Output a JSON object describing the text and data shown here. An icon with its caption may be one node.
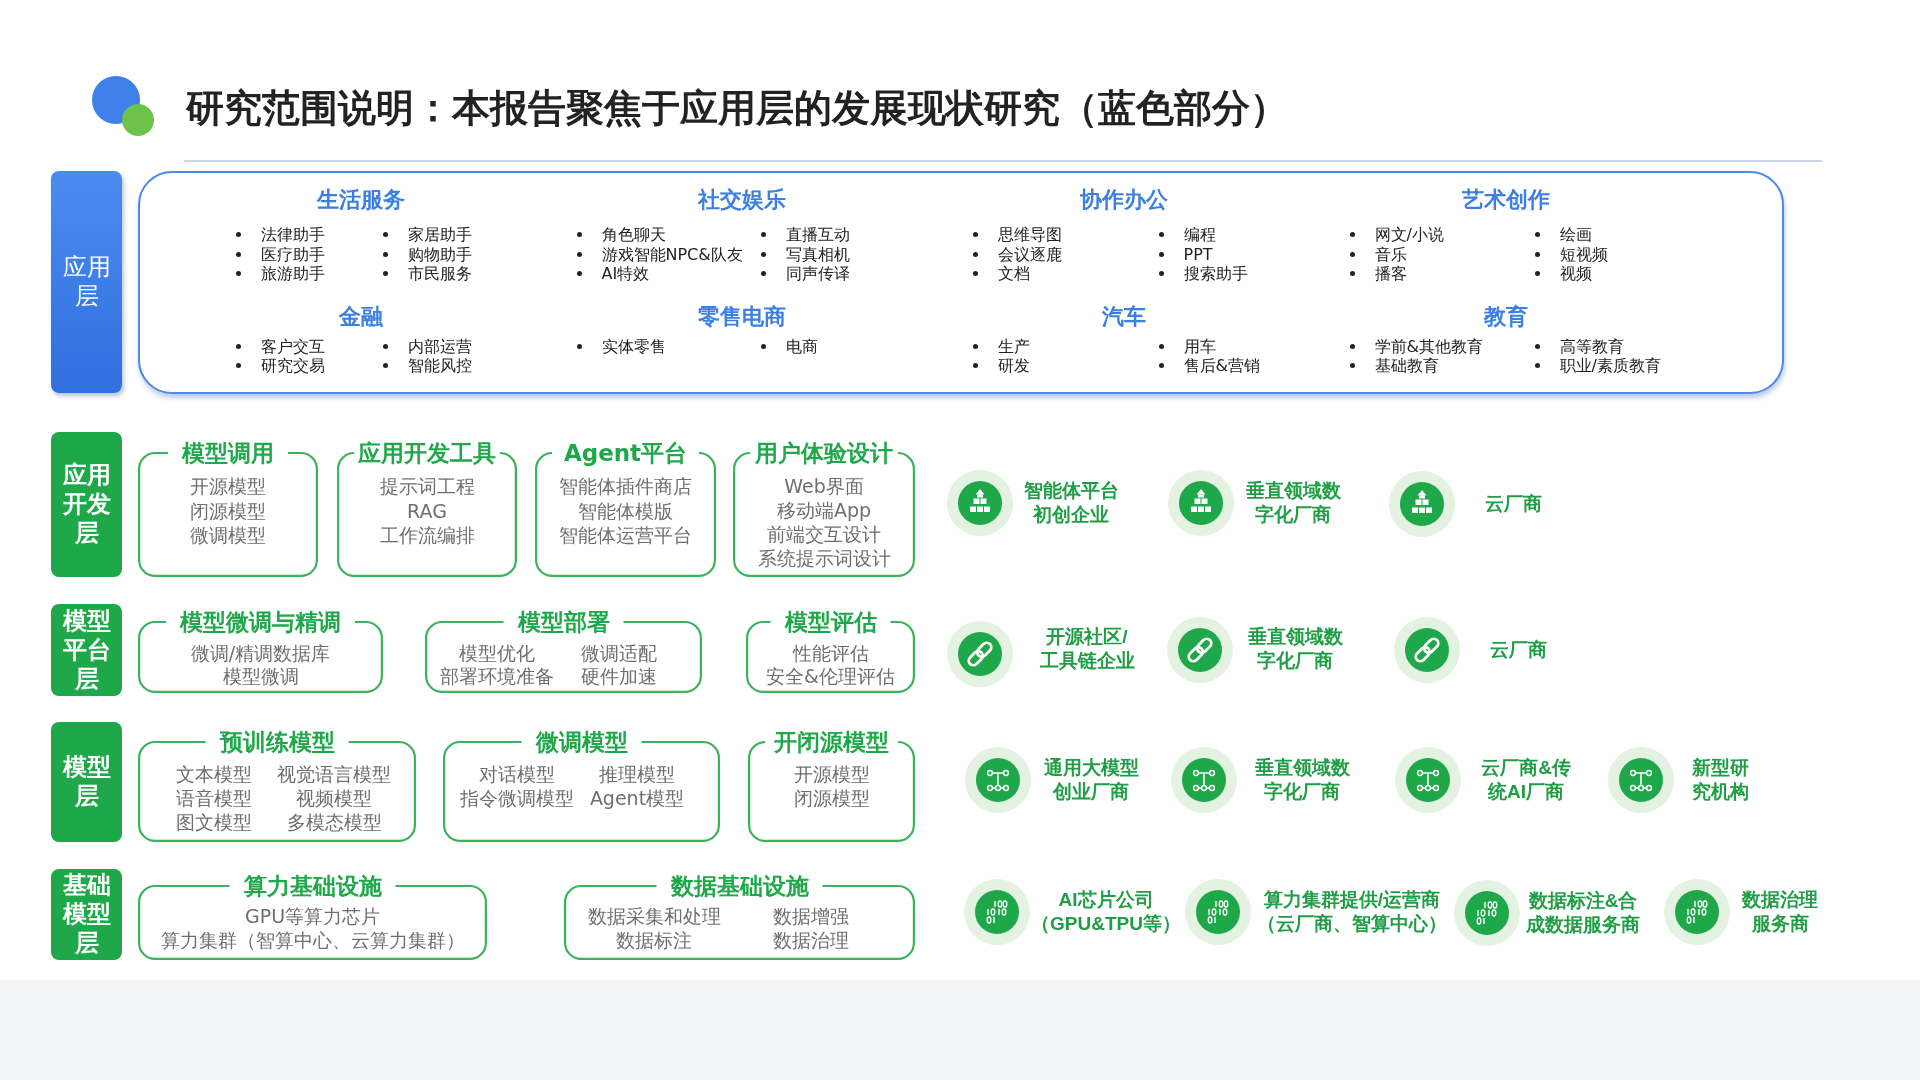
{
  "diagram": {
    "title": "研究范围说明：本报告聚焦于应用层的发展现状研究（蓝色部分）",
    "nodes": [
      {
        "text": [
          "应用层"
        ]
      },
      {
        "text": [
          "生活服务",
          "法律助手",
          "家居助手",
          "医疗助手",
          "购物助手",
          "旅游助手",
          "市民服务",
          "社交娱乐",
          "角色聊天",
          "直播互动",
          "游戏智能NPC&队友",
          "写真相机",
          "AI特效",
          "同声传译",
          "协作办公",
          "思维导图",
          "编程",
          "会议逐鹿",
          "PPT",
          "文档",
          "搜索助手",
          "艺术创作",
          "网文/小说",
          "绘画",
          "音乐",
          "短视频",
          "播客",
          "视频",
          "金融",
          "客户交互",
          "内部运营",
          "研究交易",
          "智能风控",
          "零售电商",
          "实体零售",
          "电商",
          "汽车",
          "生产",
          "用车",
          "研发",
          "售后&营销",
          "教育",
          "学前&其他教育",
          "高等教育",
          "基础教育",
          "职业/素质教育"
        ]
      },
      {
        "text": [
          "应用开发层"
        ]
      },
      {
        "text": [
          "模型调用",
          "开源模型",
          "闭源模型",
          "微调模型"
        ]
      },
      {
        "text": [
          "应用开发工具",
          "提示词工程",
          "RAG",
          "工作流编排"
        ]
      },
      {
        "text": [
          "Agent平台",
          "智能体插件商店",
          "智能体模版",
          "智能体运营平台"
        ]
      },
      {
        "text": [
          "用户体验设计",
          "Web界面",
          "移动端App",
          "前端交互设计",
          "系统提示词设计"
        ]
      },
      {
        "text": [
          "模型平台层"
        ]
      },
      {
        "text": [
          "模型微调与精调",
          "微调/精调数据库",
          "模型微调"
        ]
      },
      {
        "text": [
          "模型部署",
          "模型优化",
          "微调适配",
          "部署环境准备",
          "硬件加速"
        ]
      },
      {
        "text": [
          "模型评估",
          "性能评估",
          "安全&伦理评估"
        ]
      },
      {
        "text": [
          "模型层"
        ]
      },
      {
        "text": [
          "预训练模型",
          "文本模型",
          "视觉语言模型",
          "语音模型",
          "视频模型",
          "图文模型",
          "多模态模型"
        ]
      },
      {
        "text": [
          "微调模型",
          "对话模型",
          "推理模型",
          "指令微调模型",
          "Agent模型"
        ]
      },
      {
        "text": [
          "开闭源模型",
          "开源模型",
          "闭源模型"
        ]
      },
      {
        "text": [
          "基础模型层"
        ]
      },
      {
        "text": [
          "算力基础设施",
          "GPU等算力芯片",
          "算力集群（智算中心、云算力集群）"
        ]
      },
      {
        "text": [
          "数据基础设施",
          "数据采集和处理",
          "数据增强",
          "数据标注",
          "数据治理"
        ]
      }
    ],
    "labels": [
      "智能体平台初创企业",
      "垂直领域数字化厂商",
      "云厂商",
      "开源社区/工具链企业",
      "垂直领域数字化厂商",
      "云厂商",
      "通用大模型创业厂商",
      "垂直领域数字化厂商",
      "云厂商&传统AI厂商",
      "新型研究机构",
      "AI芯片公司（GPU&TPU等）",
      "算力集群提供/运营商（云厂商、智算中心）",
      "数据标注&合成数据服务商",
      "数据治理服务商"
    ]
  }
}
